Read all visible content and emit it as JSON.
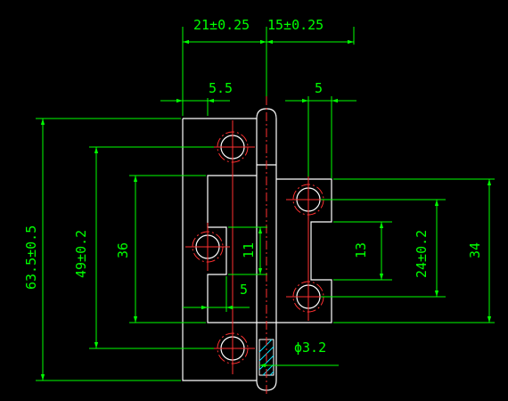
{
  "dimensions": {
    "top_left_width": "21±0.25",
    "top_right_width": "15±0.25",
    "left_hole_offset": "5.5",
    "right_hole_offset": "5",
    "overall_height": "63.5±0.5",
    "left_hole_pitch": "49±0.2",
    "left_slot_height": "36",
    "knuckle_tab_height": "11",
    "knuckle_tab_width": "5",
    "right_slot_height": "13",
    "right_hole_pitch": "24±0.2",
    "right_leaf_height": "34",
    "pin_diameter": "ϕ3.2"
  },
  "colors": {
    "dimension": "#00ff00",
    "outline": "#ffffff",
    "centerline": "#ff3030",
    "hatch": "#00e5ff",
    "background": "#000000"
  }
}
